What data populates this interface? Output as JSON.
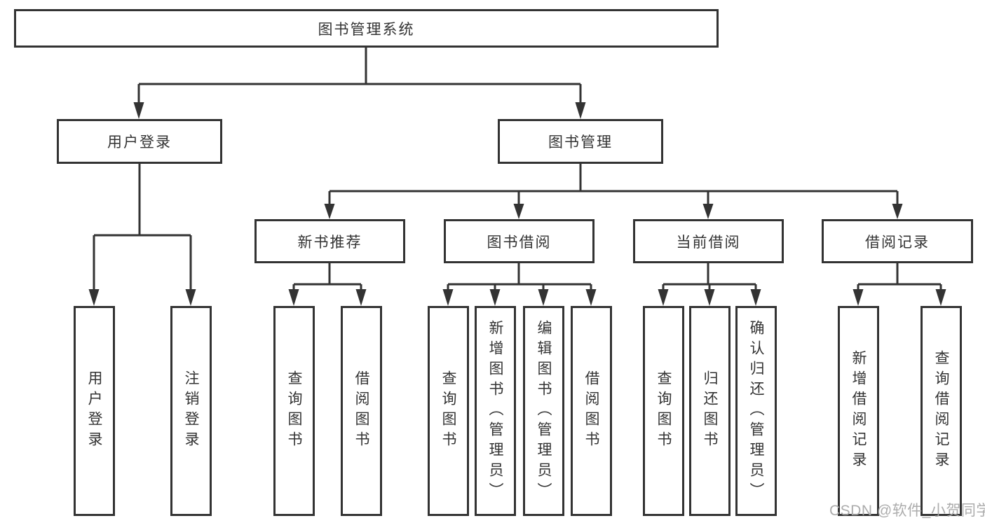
{
  "diagram": {
    "root": {
      "label": "图书管理系统"
    },
    "user_branch": {
      "label": "用户登录",
      "children": [
        {
          "label": "用户登录"
        },
        {
          "label": "注销登录"
        }
      ]
    },
    "book_branch": {
      "label": "图书管理",
      "sections": [
        {
          "label": "新书推荐",
          "children": [
            {
              "label": "查询图书"
            },
            {
              "label": "借阅图书"
            }
          ]
        },
        {
          "label": "图书借阅",
          "children": [
            {
              "label": "查询图书"
            },
            {
              "label": "新增图书（管理员）"
            },
            {
              "label": "编辑图书（管理员）"
            },
            {
              "label": "借阅图书"
            }
          ]
        },
        {
          "label": "当前借阅",
          "children": [
            {
              "label": "查询图书"
            },
            {
              "label": "归还图书"
            },
            {
              "label": "确认归还（管理员）"
            }
          ]
        },
        {
          "label": "借阅记录",
          "children": [
            {
              "label": "新增借阅记录"
            },
            {
              "label": "查询借阅记录"
            }
          ]
        }
      ]
    },
    "watermark": "CSDN @软件_小贺同学",
    "colors": {
      "line": "#333333",
      "text": "#333333",
      "watermark": "#a8a8a8"
    }
  }
}
